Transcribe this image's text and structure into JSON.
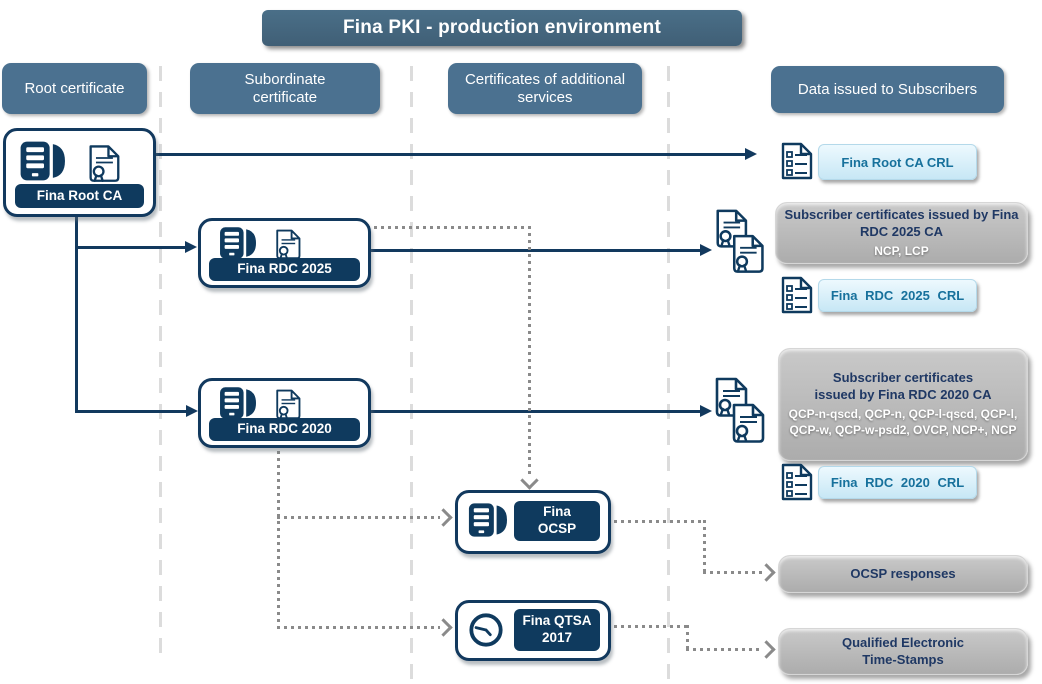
{
  "title": "Fina PKI - production environment",
  "columns": {
    "root": "Root certificate",
    "subordinate": "Subordinate certificate",
    "additional": "Certificates of additional services",
    "data_issued": "Data issued to Subscribers"
  },
  "nodes": {
    "root_ca": {
      "label": "Fina Root CA"
    },
    "rdc_2025": {
      "label": "Fina RDC 2025"
    },
    "rdc_2020": {
      "label": "Fina RDC 2020"
    },
    "ocsp": {
      "line1": "Fina",
      "line2": "OCSP"
    },
    "qtsa": {
      "line1": "Fina QTSA",
      "line2": "2017"
    }
  },
  "outputs": {
    "root_ca_crl": {
      "label": "Fina Root CA CRL"
    },
    "rdc_2025_certs": {
      "title": "Subscriber certificates issued by Fina RDC 2025 CA",
      "policies": "NCP, LCP"
    },
    "rdc_2025_crl": {
      "label": "Fina RDC 2025 CRL"
    },
    "rdc_2020_certs": {
      "title_line1": "Subscriber certificates",
      "title_line2": "issued by Fina RDC 2020 CA",
      "policies": "QCP-n-qscd, QCP-n, QCP-l-qscd, QCP-l, QCP-w, QCP-w-psd2, OVCP, NCP+, NCP"
    },
    "rdc_2020_crl": {
      "label": "Fina RDC 2020 CRL"
    },
    "ocsp_responses": {
      "label": "OCSP responses"
    },
    "time_stamps": {
      "line1": "Qualified Electronic",
      "line2": "Time-Stamps"
    }
  },
  "colors": {
    "navy": "#12395e",
    "slate_header": "#4b7190",
    "title_bar": "#43657d",
    "gray_box": "#b5b5b5",
    "light_blue_box": "#cfeaf7",
    "crl_text": "#17719c",
    "box_text_navy": "#1f3864",
    "dotted_line": "#8a8a8a",
    "dashed_separator": "#dcdcdc"
  }
}
